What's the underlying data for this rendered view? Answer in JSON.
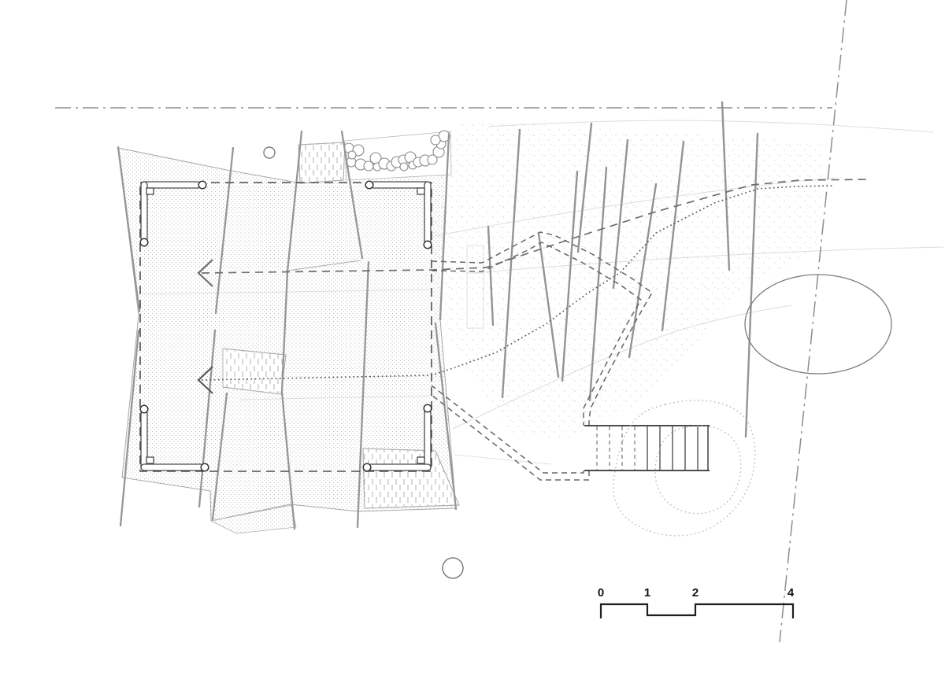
{
  "scale_bar": {
    "ticks": [
      {
        "label": "0"
      },
      {
        "label": "1"
      },
      {
        "label": "2"
      },
      {
        "label": "4"
      }
    ]
  },
  "colors": {
    "background": "#ffffff",
    "roof_edge": "#a8a8a8",
    "roof_stipple": "#a3a3a3",
    "hillside_stipple": "#bfbfbf",
    "beam": "#969696",
    "tree": "#949494",
    "wall_outline": "#4a4a4a",
    "wall_circle": "#333333",
    "footprint_dash": "#4f4f4f",
    "walkway_dash": "#666666",
    "route_dashed": "#6e6e6e",
    "route_dotted": "#5a5a5a",
    "stair_edge": "#333333",
    "stair_tread_solid": "#444444",
    "stair_tread_dashed": "#777777",
    "boundary_dashdot": "#8d8d8d",
    "mound_contour": "#b3b3b3",
    "ellipse_outline": "#7d7d7d",
    "hatch_stroke": "#b0b0b0",
    "contour_faint": "#dddddd",
    "scalebar_ink": "#1f1f1f"
  }
}
